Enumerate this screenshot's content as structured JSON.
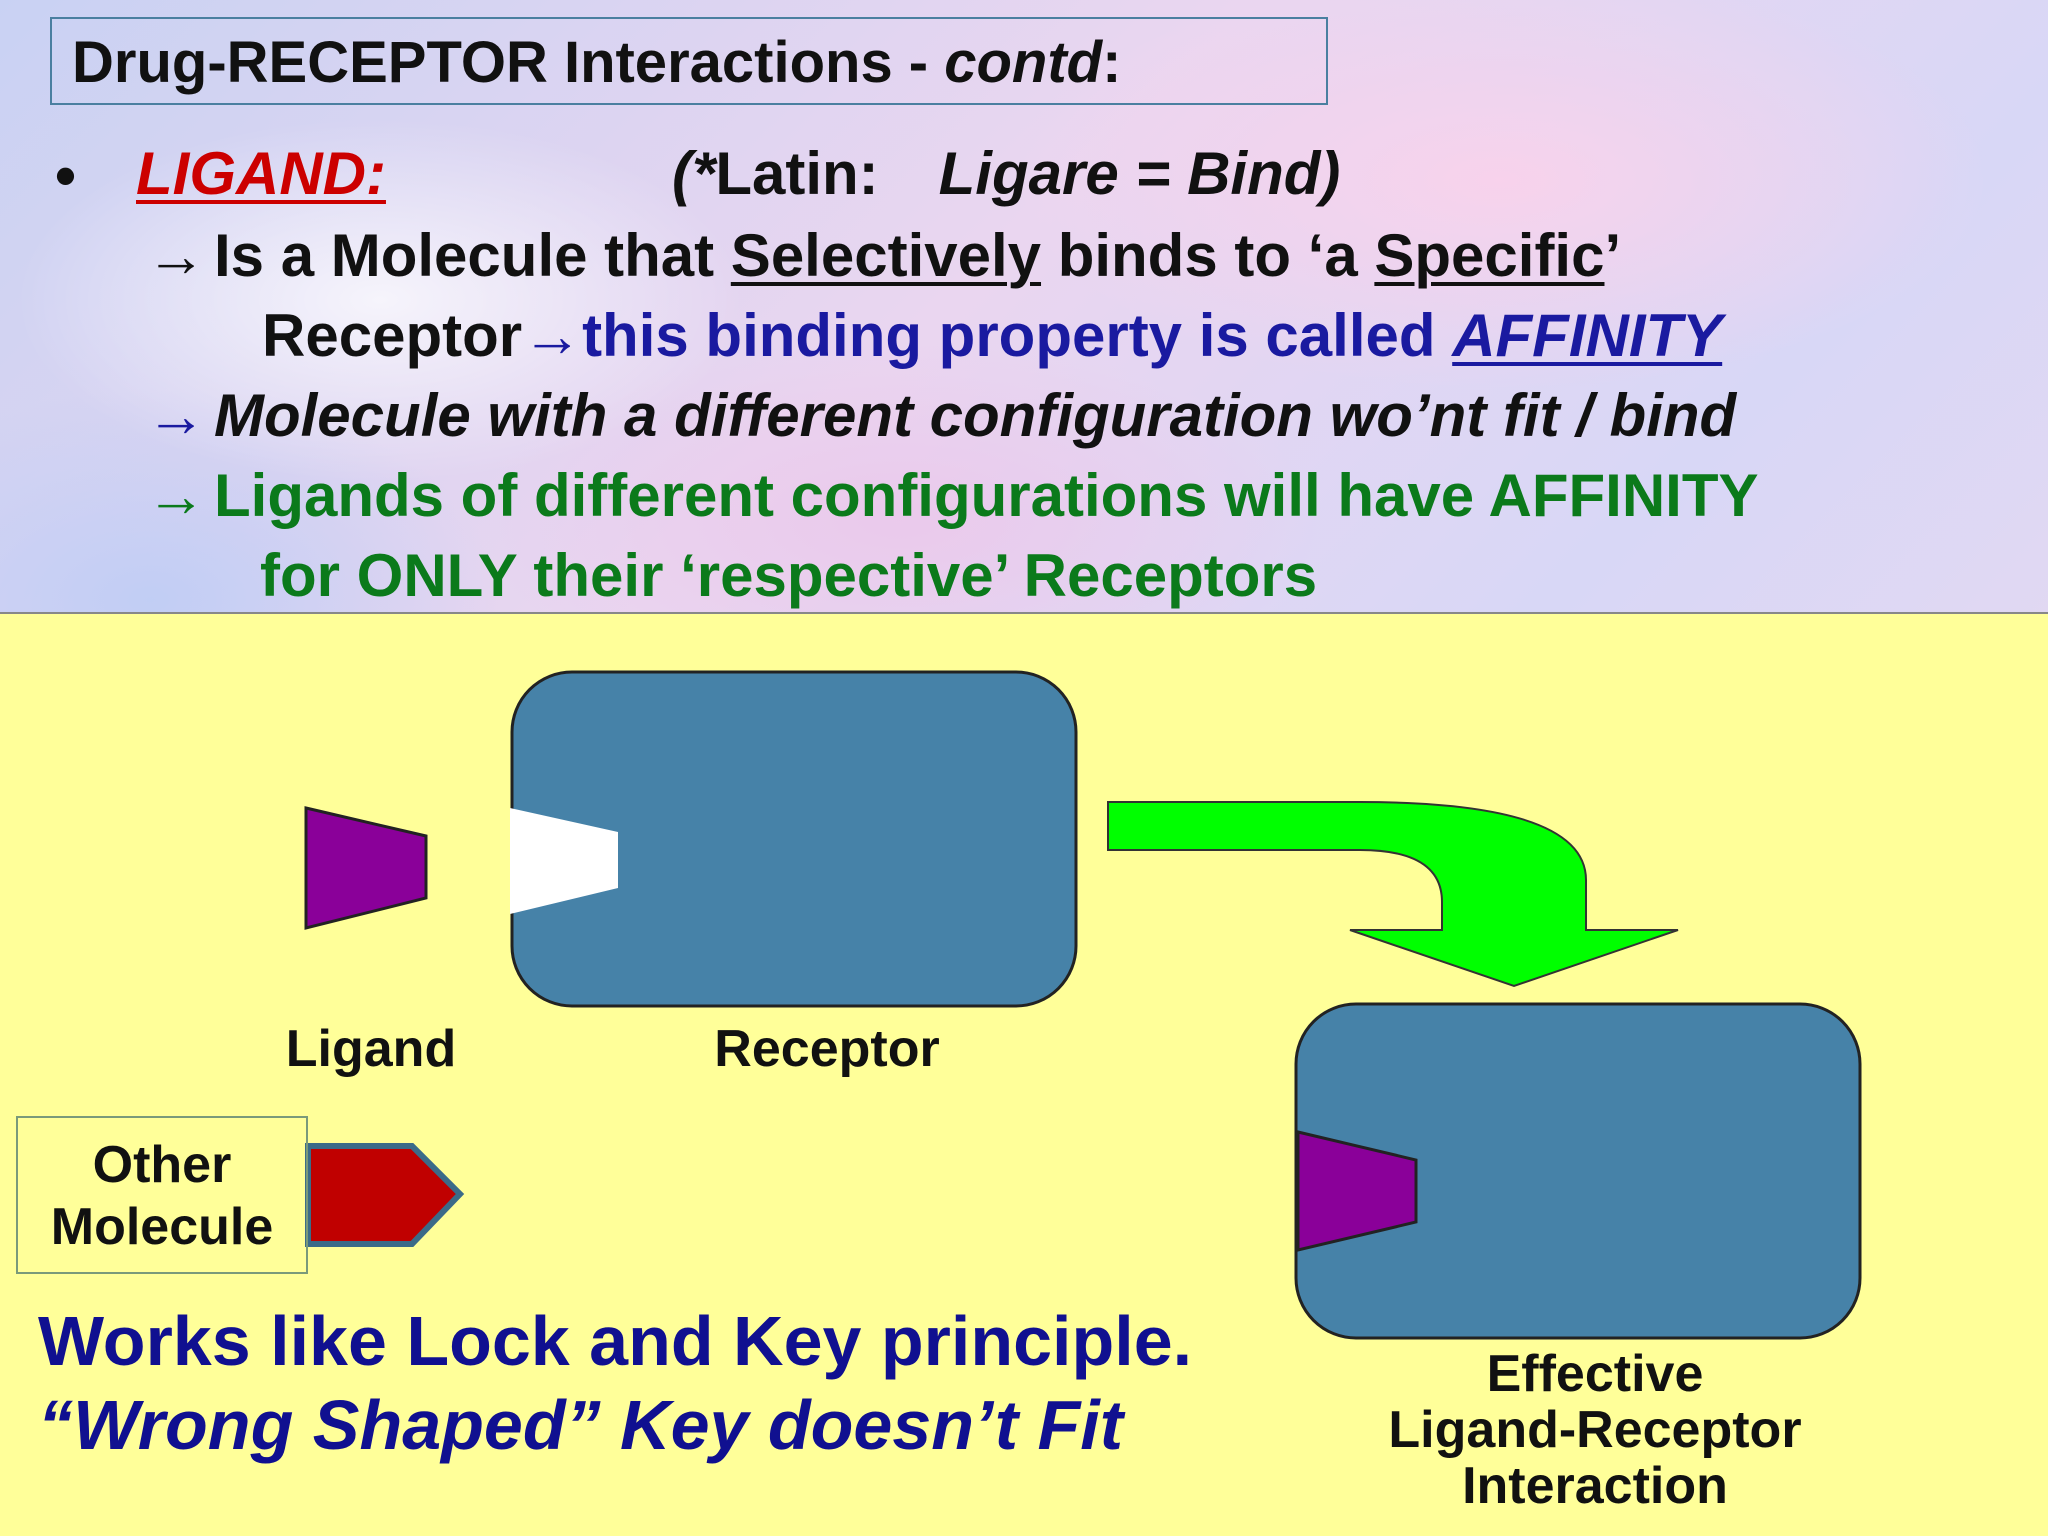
{
  "title": {
    "main": "Drug-RECEPTOR Interactions - ",
    "italic": "contd",
    "suffix": ":"
  },
  "bullet": {
    "dot": "•",
    "ligand_term": "LIGAND:",
    "latin_open": "(*",
    "latin_word": "Latin:",
    "latin_def": "Ligare = Bind)"
  },
  "points": [
    {
      "arrow": "→",
      "pre": "Is a Molecule that ",
      "u1": "Selectively",
      "mid": " binds to ‘a ",
      "u2": "Specific",
      "post": "’"
    },
    {
      "pre": "Receptor",
      "arrow": "→",
      "blue": "this binding property is called ",
      "affinity": "AFFINITY"
    },
    {
      "arrow": "→",
      "text": "Molecule with a different configuration wo’nt fit / bind"
    },
    {
      "arrow": "→",
      "text": "Ligands of different configurations will have AFFINITY"
    },
    {
      "text": "for ONLY their ‘respective’ Receptors"
    }
  ],
  "diagram": {
    "ligand_label": "Ligand",
    "receptor_label": "Receptor",
    "other_label_1": "Other",
    "other_label_2": "Molecule",
    "effective_1": "Effective",
    "effective_2": "Ligand-Receptor",
    "effective_3": "Interaction",
    "colors": {
      "receptor": "#4682a8",
      "ligand": "#8a0099",
      "other": "#c00000",
      "arrow": "#00ff00",
      "panel": "#ffff99"
    }
  },
  "footer": {
    "line1": "Works like Lock and Key principle.",
    "line2": "“Wrong Shaped” Key doesn’t Fit"
  }
}
